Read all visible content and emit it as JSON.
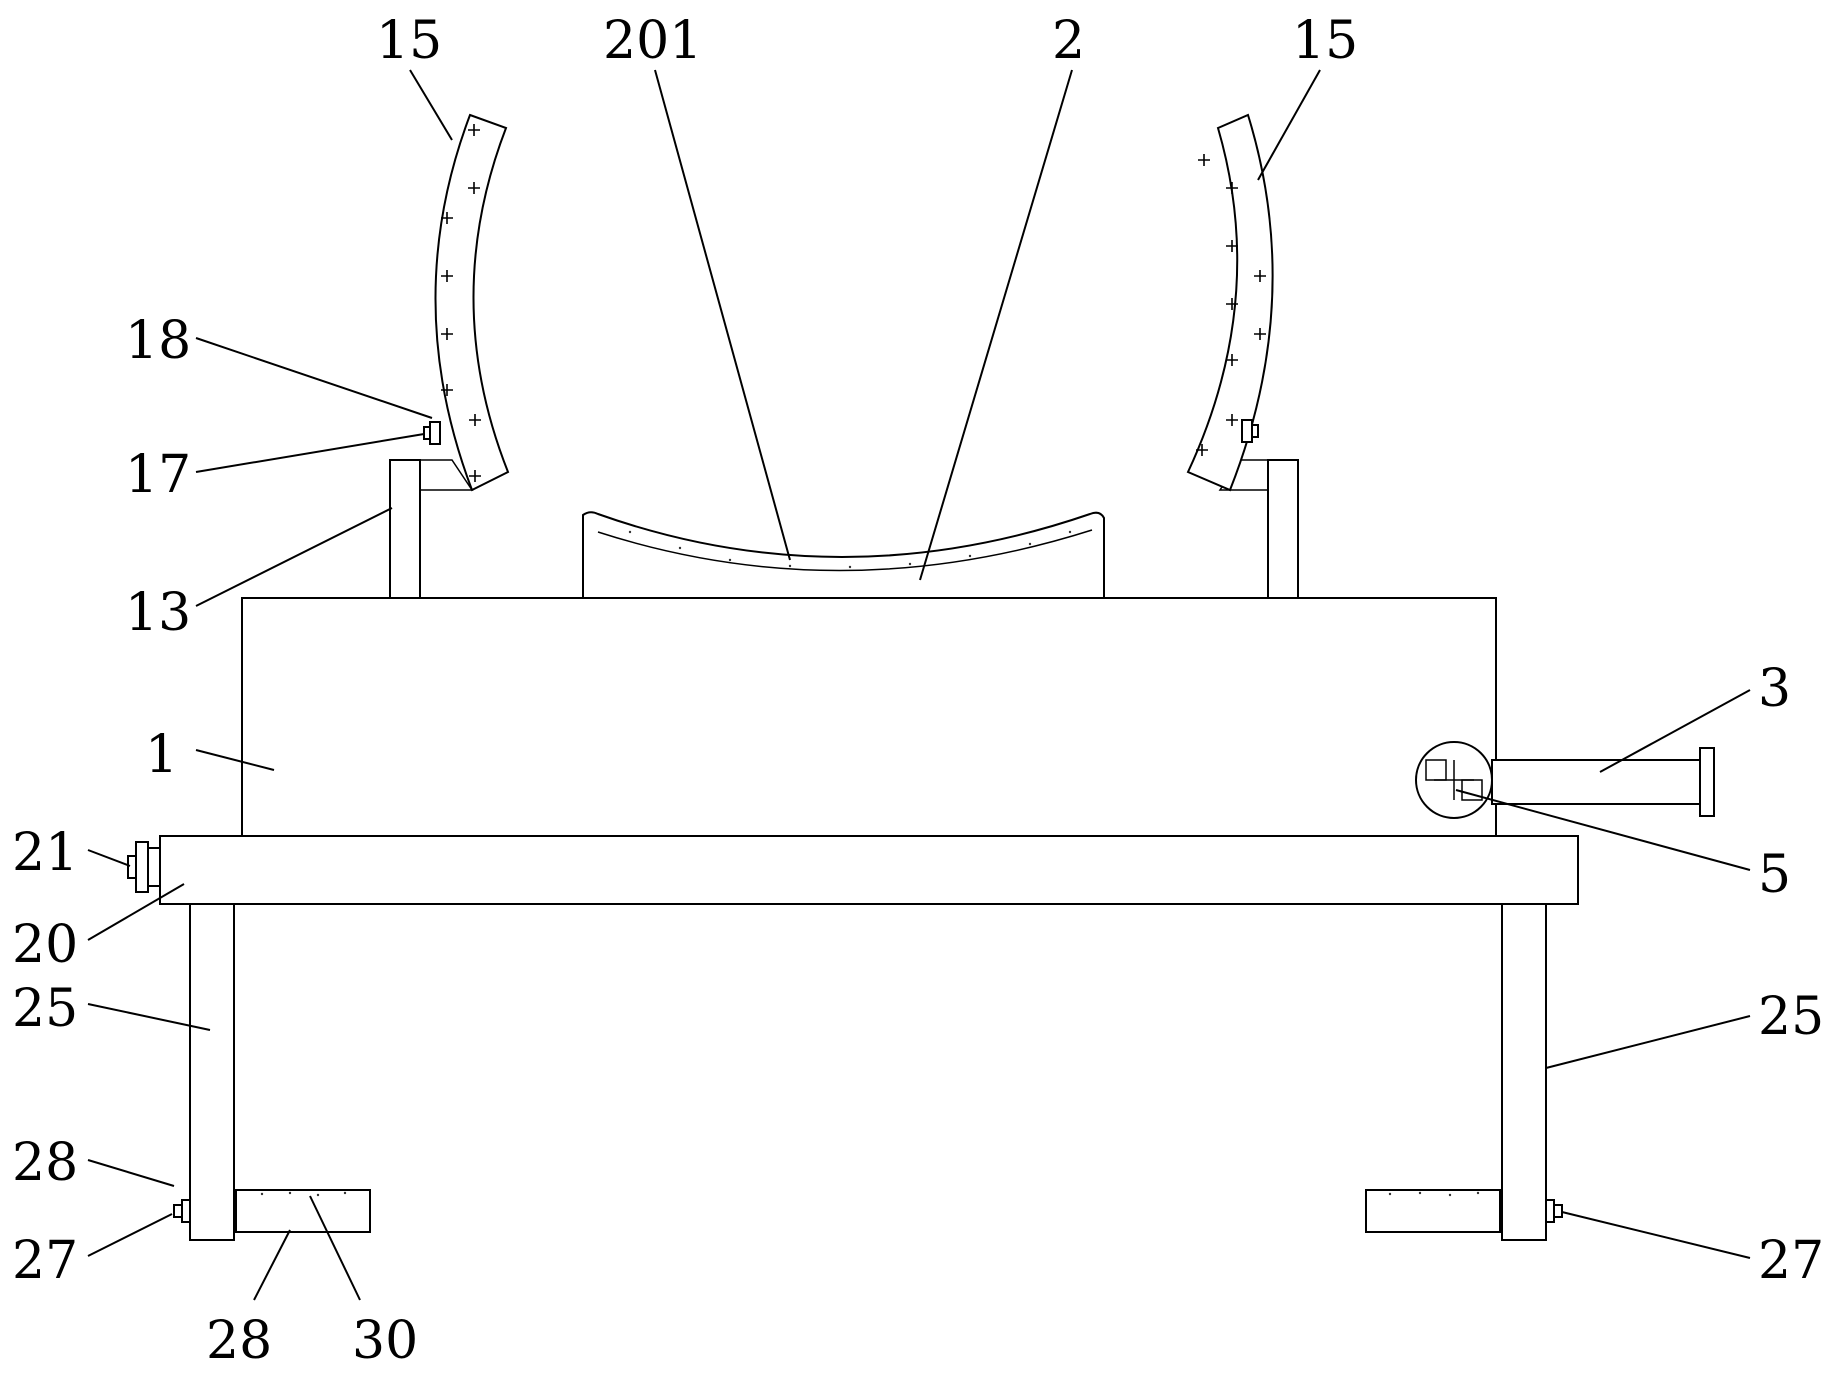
{
  "labels": {
    "l15a": "15",
    "l201": "201",
    "l2": "2",
    "l15b": "15",
    "l18": "18",
    "l17": "17",
    "l13": "13",
    "l1": "1",
    "l3": "3",
    "l21": "21",
    "l5": "5",
    "l20": "20",
    "l25a": "25",
    "l25b": "25",
    "l28a": "28",
    "l27a": "27",
    "l27b": "27",
    "l28b": "28",
    "l30": "30"
  },
  "colors": {
    "line": "#000000",
    "background": "#ffffff"
  }
}
